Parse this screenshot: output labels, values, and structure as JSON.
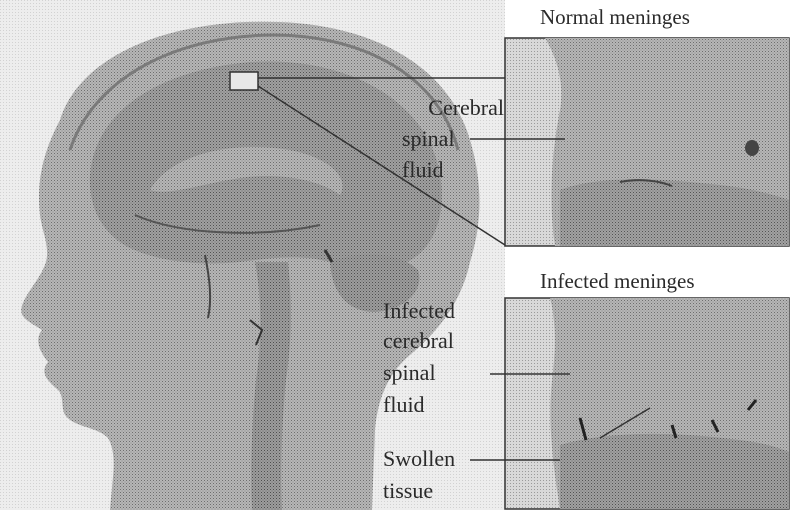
{
  "panels": {
    "normal": {
      "title": "Normal meninges"
    },
    "infected": {
      "title": "Infected meninges"
    }
  },
  "labels": {
    "csf": [
      "Cerebral",
      "spinal",
      "fluid"
    ],
    "infected_csf": [
      "Infected",
      "cerebral",
      "spinal",
      "fluid"
    ],
    "swollen": [
      "Swollen",
      "tissue"
    ]
  },
  "colors": {
    "head_tone": "#8c8c8c",
    "panel_tone": "#9a9a9a",
    "line": "#333333",
    "text": "#2a2a2a"
  }
}
